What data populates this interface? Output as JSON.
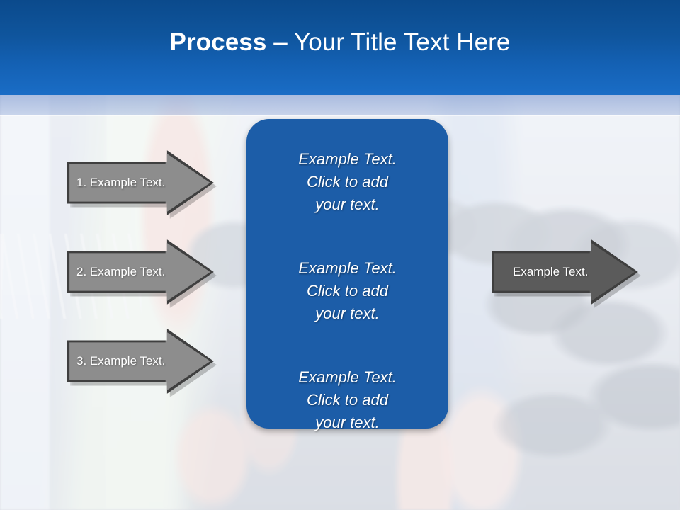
{
  "header": {
    "title_strong": "Process",
    "title_rest": " – Your Title Text Here"
  },
  "colors": {
    "header_gradient_top": "#0b4a8c",
    "header_gradient_bottom": "#1a6dc6",
    "center_panel_blue": "#1c5da8",
    "arrow_gray_light": "#8d8d8d",
    "arrow_gray_dark": "#5b5b5b",
    "arrow_outline": "#3f3f3f",
    "text_white": "#ffffff"
  },
  "left_arrows": [
    {
      "label": "1. Example Text."
    },
    {
      "label": "2. Example Text."
    },
    {
      "label": "3. Example Text."
    }
  ],
  "right_arrow": {
    "label": "Example Text."
  },
  "center_panel": {
    "blocks": [
      {
        "line1": "Example Text.",
        "line2": "Click  to add",
        "line3": "your text."
      },
      {
        "line1": "Example Text.",
        "line2": "Click  to add",
        "line3": "your text."
      },
      {
        "line1": "Example Text.",
        "line2": "Click  to add",
        "line3": "your text."
      }
    ]
  }
}
